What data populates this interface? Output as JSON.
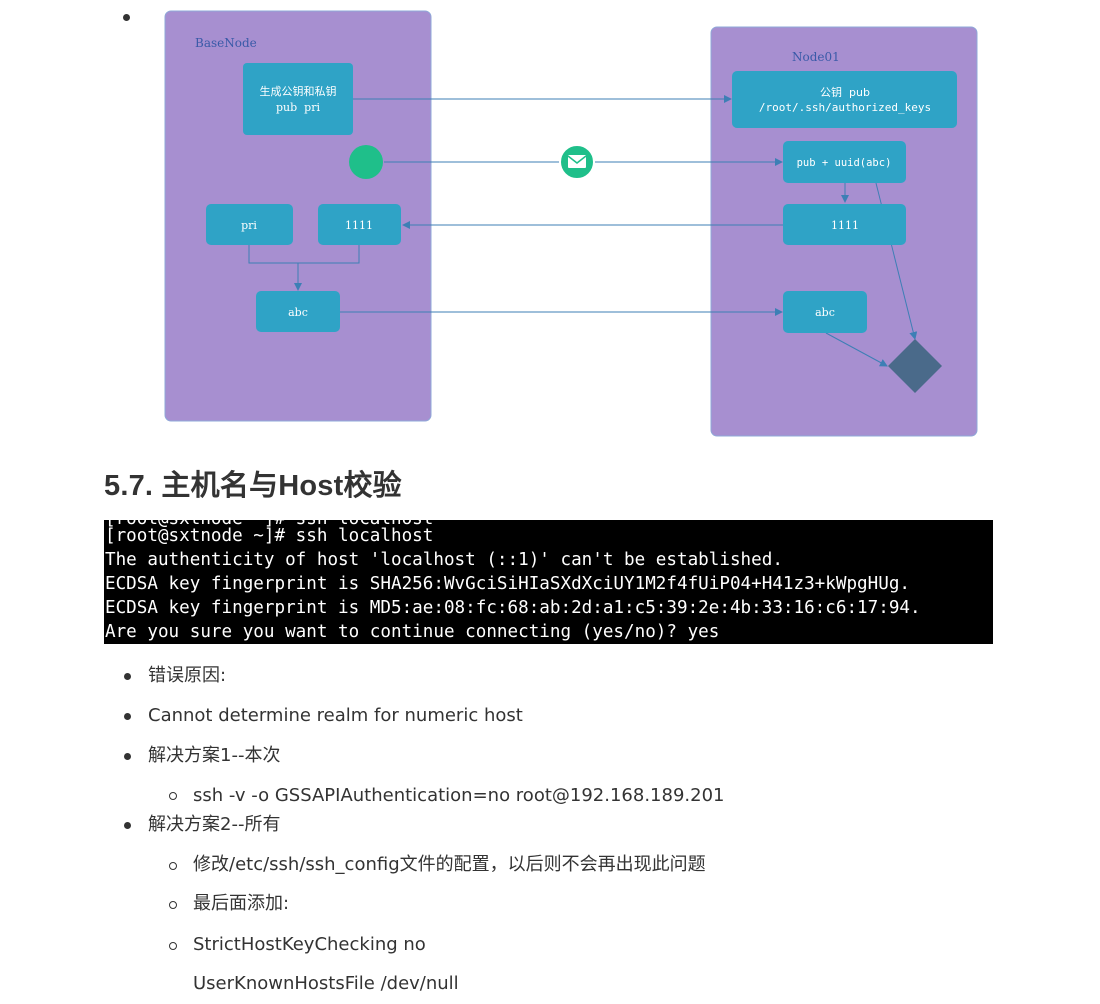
{
  "diagram": {
    "left_panel": {
      "title": "BaseNode",
      "keygen_line1": "生成公钥和私钥",
      "keygen_line2": "pub  pri",
      "pri_label": "pri",
      "num_label": "1111",
      "abc_label": "abc"
    },
    "right_panel": {
      "title": "Node01",
      "pubkey_line1": "公钥  pub",
      "pubkey_line2": "/root/.ssh/authorized_keys",
      "uuid_label": "pub + uuid(abc)",
      "num_label": "1111",
      "abc_label": "abc"
    },
    "colors": {
      "panel": "#a78fd0",
      "box": "#2fa3c6",
      "green_dot": "#1fbf8a",
      "diamond": "#4a6a8a",
      "line": "#3d7fb5"
    },
    "icons": [
      "envelope-icon"
    ]
  },
  "section": {
    "title": "5.7. 主机名与Host校验"
  },
  "terminal": {
    "lines": [
      "[root@sxtnode ~]# ssh localhost",
      "The authenticity of host 'localhost (::1)' can't be established.",
      "ECDSA key fingerprint is SHA256:WvGciSiHIaSXdXciUY1M2f4fUiP04+H41z3+kWpgHUg.",
      "ECDSA key fingerprint is MD5:ae:08:fc:68:ab:2d:a1:c5:39:2e:4b:33:16:c6:17:94.",
      "Are you sure you want to continue connecting (yes/no)? yes"
    ]
  },
  "notes": {
    "error_cause": "错误原因:",
    "error_message": "Cannot determine realm for numeric host",
    "solution1": "解决方案1--本次",
    "solution1_cmd": "ssh -v -o GSSAPIAuthentication=no root@192.168.189.201",
    "solution2": "解决方案2--所有",
    "solution2_step1": "修改/etc/ssh/ssh_config文件的配置，以后则不会再出现此问题",
    "solution2_step2": "最后面添加:",
    "solution2_line1": "StrictHostKeyChecking no",
    "solution2_line2": "UserKnownHostsFile /dev/null"
  }
}
